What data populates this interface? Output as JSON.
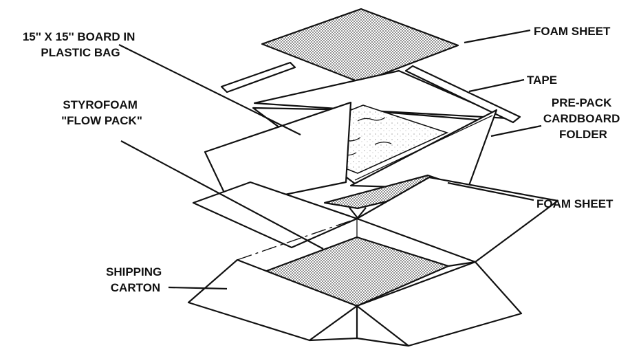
{
  "labels": {
    "board_line1": "15'' X 15'' BOARD IN",
    "board_line2": "PLASTIC BAG",
    "foam_sheet_top": "FOAM SHEET",
    "tape": "TAPE",
    "folder_line1": "PRE-PACK",
    "folder_line2": "CARDBOARD",
    "folder_line3": "FOLDER",
    "styro_line1": "STYROFOAM",
    "styro_line2": "\"FLOW PACK\"",
    "foam_sheet_bottom": "FOAM SHEET",
    "carton_line1": "SHIPPING",
    "carton_line2": "CARTON"
  },
  "colors": {
    "ink": "#111111",
    "foam_dot": "#444444",
    "background": "#ffffff"
  }
}
